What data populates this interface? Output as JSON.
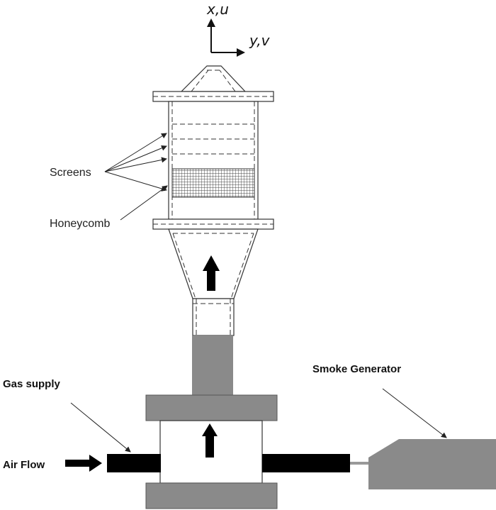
{
  "axes": {
    "x_label": "x,u",
    "y_label": "y,v"
  },
  "labels": {
    "screens": "Screens",
    "honeycomb": "Honeycomb",
    "gas_supply": "Gas supply",
    "smoke_generator": "Smoke Generator",
    "air_flow": "Air Flow"
  },
  "colors": {
    "stroke": "#333333",
    "solid_black": "#000000",
    "gray_fill": "#8a8a8a",
    "background": "#ffffff"
  }
}
